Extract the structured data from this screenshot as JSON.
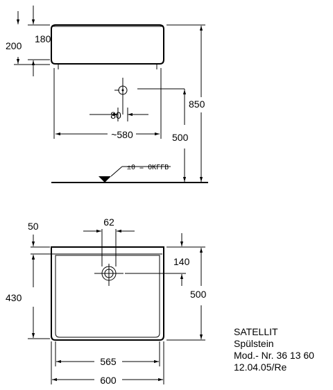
{
  "side_view": {
    "dim_rim_height": "180",
    "dim_total_height": "200",
    "dim_waste_offset": "80",
    "dim_width": "~580",
    "dim_floor_to_waste": "500",
    "dim_overall_height": "850",
    "floor_label": "±0 = OKFFB"
  },
  "top_view": {
    "dim_rim": "50",
    "dim_waste_diameter": "62",
    "dim_waste_from_back": "140",
    "dim_inner_depth": "430",
    "dim_outer_depth": "500",
    "dim_inner_width": "565",
    "dim_outer_width": "600"
  },
  "title_block": {
    "product_name": "SATELLIT",
    "product_type": "Spülstein",
    "model_number": "Mod.- Nr. 36 13 60",
    "date_revision": "12.04.05/Re"
  }
}
